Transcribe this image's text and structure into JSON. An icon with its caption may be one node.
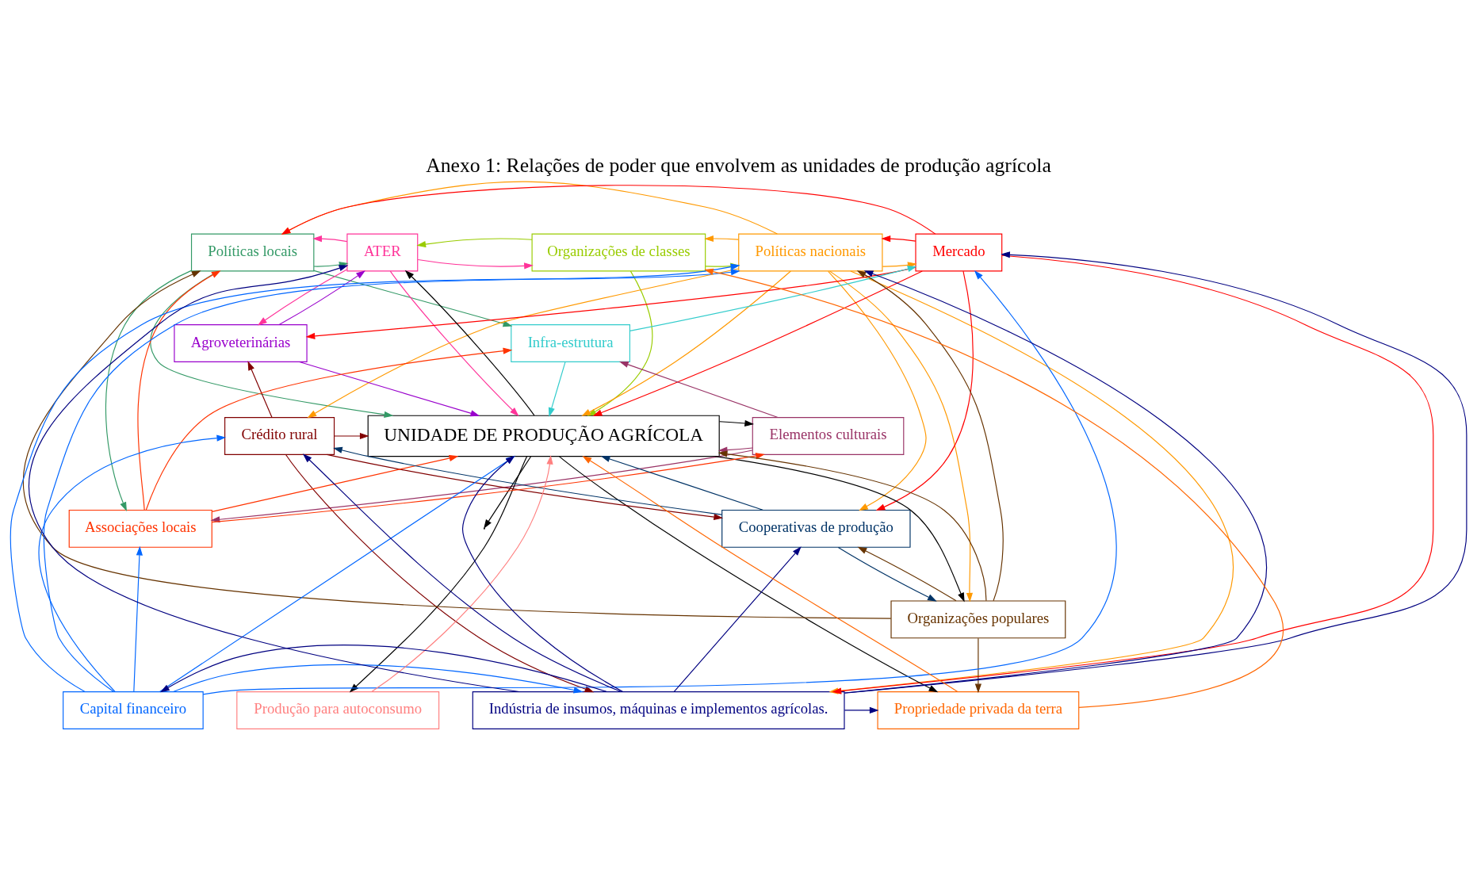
{
  "diagram": {
    "title": "Anexo 1: Relações de poder que envolvem as unidades de produção agrícola",
    "nodes": [
      {
        "text": [
          "Políticas locais"
        ]
      },
      {
        "text": [
          "ATER"
        ]
      },
      {
        "text": [
          "Organizações de classes"
        ]
      },
      {
        "text": [
          "Políticas nacionais"
        ]
      },
      {
        "text": [
          "Mercado"
        ]
      },
      {
        "text": [
          "Infra-estrutura"
        ]
      },
      {
        "text": [
          "Agroveterinárias"
        ]
      },
      {
        "text": [
          "Elementos culturais"
        ]
      },
      {
        "text": [
          "UNIDADE DE PRODUÇÃO AGRÍCOLA"
        ]
      },
      {
        "text": [
          "Crédito rural"
        ]
      },
      {
        "text": [
          "Associações locais"
        ]
      },
      {
        "text": [
          "Cooperativas de produção"
        ]
      },
      {
        "text": [
          "Organizações populares"
        ]
      },
      {
        "text": [
          "Capital financeiro"
        ]
      },
      {
        "text": [
          "Produção para autoconsumo"
        ]
      },
      {
        "text": [
          "Indústria de insumos, máquinas e implementos agrícolas."
        ]
      },
      {
        "text": [
          "Propriedade privada da terra"
        ]
      }
    ],
    "edges": [
      {
        "from": 0,
        "to": 1,
        "arrow": "to",
        "color": "#339966"
      },
      {
        "from": 0,
        "to": 5,
        "arrow": "to",
        "color": "#339966"
      },
      {
        "from": 0,
        "to": 8,
        "arrow": "to",
        "color": "#339966"
      },
      {
        "from": 0,
        "to": 10,
        "arrow": "to",
        "color": "#339966"
      },
      {
        "from": 1,
        "to": 0,
        "arrow": "to",
        "color": "#ff3399"
      },
      {
        "from": 1,
        "to": 2,
        "arrow": "to",
        "color": "#ff3399"
      },
      {
        "from": 1,
        "to": 8,
        "arrow": "to",
        "color": "#ff3399"
      },
      {
        "from": 1,
        "to": 6,
        "arrow": "to",
        "color": "#ff3399"
      },
      {
        "from": 2,
        "to": 1,
        "arrow": "to",
        "color": "#99cc00"
      },
      {
        "from": 2,
        "to": 3,
        "arrow": "to",
        "color": "#99cc00"
      },
      {
        "from": 2,
        "to": 8,
        "arrow": "to",
        "color": "#99cc00"
      },
      {
        "from": 3,
        "to": 2,
        "arrow": "to",
        "color": "#ff9900"
      },
      {
        "from": 3,
        "to": 4,
        "arrow": "to",
        "color": "#ff9900"
      },
      {
        "from": 3,
        "to": 8,
        "arrow": "to",
        "color": "#ff9900"
      },
      {
        "from": 3,
        "to": 0,
        "arrow": "to",
        "color": "#ff9900"
      },
      {
        "from": 3,
        "to": 15,
        "arrow": "to",
        "color": "#ff9900"
      },
      {
        "from": 3,
        "to": 9,
        "arrow": "to",
        "color": "#ff9900"
      },
      {
        "from": 3,
        "to": 11,
        "arrow": "to",
        "color": "#ff9900"
      },
      {
        "from": 3,
        "to": 12,
        "arrow": "to",
        "color": "#ff9900"
      },
      {
        "from": 4,
        "to": 3,
        "arrow": "to",
        "color": "#ff0000"
      },
      {
        "from": 4,
        "to": 0,
        "arrow": "to",
        "color": "#ff0000"
      },
      {
        "from": 4,
        "to": 6,
        "arrow": "to",
        "color": "#ff0000"
      },
      {
        "from": 4,
        "to": 8,
        "arrow": "to",
        "color": "#ff0000"
      },
      {
        "from": 4,
        "to": 15,
        "arrow": "to",
        "color": "#ff0000"
      },
      {
        "from": 4,
        "to": 11,
        "arrow": "to",
        "color": "#ff0000"
      },
      {
        "from": 5,
        "to": 4,
        "arrow": "to",
        "color": "#33cccc"
      },
      {
        "from": 5,
        "to": 8,
        "arrow": "to",
        "color": "#33cccc"
      },
      {
        "from": 6,
        "to": 1,
        "arrow": "to",
        "color": "#9900cc"
      },
      {
        "from": 6,
        "to": 8,
        "arrow": "to",
        "color": "#9900cc"
      },
      {
        "from": 7,
        "to": 5,
        "arrow": "to",
        "color": "#993366"
      },
      {
        "from": 7,
        "to": 8,
        "arrow": "to",
        "color": "#993366"
      },
      {
        "from": 7,
        "to": 10,
        "arrow": "to",
        "color": "#993366"
      },
      {
        "from": 8,
        "to": 7,
        "arrow": "to",
        "color": "#000000"
      },
      {
        "from": 8,
        "to": 1,
        "arrow": "to",
        "color": "#000000"
      },
      {
        "from": 8,
        "to": null,
        "arrow": "to",
        "color": "#000000"
      },
      {
        "from": 8,
        "to": 14,
        "arrow": "to",
        "color": "#000000"
      },
      {
        "from": 8,
        "to": 12,
        "arrow": "to",
        "color": "#000000"
      },
      {
        "from": 8,
        "to": 16,
        "arrow": "to",
        "color": "#000000"
      },
      {
        "from": 9,
        "to": 8,
        "arrow": "to",
        "color": "#800000"
      },
      {
        "from": 9,
        "to": 6,
        "arrow": "to",
        "color": "#800000"
      },
      {
        "from": 9,
        "to": 11,
        "arrow": "to",
        "color": "#800000"
      },
      {
        "from": 9,
        "to": 15,
        "arrow": "to",
        "color": "#800000"
      },
      {
        "from": 10,
        "to": 7,
        "arrow": "to",
        "color": "#ff3300"
      },
      {
        "from": 10,
        "to": 5,
        "arrow": "to",
        "color": "#ff3300"
      },
      {
        "from": 10,
        "to": 8,
        "arrow": "to",
        "color": "#ff3300"
      },
      {
        "from": 10,
        "to": 0,
        "arrow": "to",
        "color": "#ff3300"
      },
      {
        "from": 11,
        "to": 8,
        "arrow": "to",
        "color": "#003366"
      },
      {
        "from": 11,
        "to": 9,
        "arrow": "to",
        "color": "#003366"
      },
      {
        "from": 11,
        "to": 12,
        "arrow": "to",
        "color": "#003366"
      },
      {
        "from": 12,
        "to": 11,
        "arrow": "to",
        "color": "#663300"
      },
      {
        "from": 12,
        "to": 16,
        "arrow": "to",
        "color": "#663300"
      },
      {
        "from": 12,
        "to": 8,
        "arrow": "to",
        "color": "#663300"
      },
      {
        "from": 12,
        "to": 3,
        "arrow": "to",
        "color": "#663300"
      },
      {
        "from": 12,
        "to": 0,
        "arrow": "to",
        "color": "#663300"
      },
      {
        "from": 13,
        "to": 10,
        "arrow": "to",
        "color": "#0066ff"
      },
      {
        "from": 13,
        "to": 8,
        "arrow": "to",
        "color": "#0066ff"
      },
      {
        "from": 13,
        "to": 9,
        "arrow": "to",
        "color": "#0066ff"
      },
      {
        "from": 13,
        "to": 15,
        "arrow": "to",
        "color": "#0066ff"
      },
      {
        "from": 13,
        "to": 3,
        "arrow": "to",
        "color": "#0066ff"
      },
      {
        "from": 13,
        "to": 4,
        "arrow": "to",
        "color": "#0066ff"
      },
      {
        "from": 13,
        "to": 3,
        "arrow": "to",
        "color": "#0066ff"
      },
      {
        "from": 14,
        "to": 8,
        "arrow": "to",
        "color": "#ff8080"
      },
      {
        "from": 15,
        "to": 1,
        "arrow": "to",
        "color": "#000080"
      },
      {
        "from": 15,
        "to": 8,
        "arrow": "to",
        "color": "#000080"
      },
      {
        "from": 15,
        "to": 9,
        "arrow": "to",
        "color": "#000080"
      },
      {
        "from": 15,
        "to": 11,
        "arrow": "to",
        "color": "#000080"
      },
      {
        "from": 15,
        "to": 16,
        "arrow": "to",
        "color": "#000080"
      },
      {
        "from": 15,
        "to": 13,
        "arrow": "to",
        "color": "#000080"
      },
      {
        "from": 15,
        "to": 3,
        "arrow": "to",
        "color": "#000080"
      },
      {
        "from": 15,
        "to": 4,
        "arrow": "to",
        "color": "#000080"
      },
      {
        "from": 16,
        "to": 8,
        "arrow": "to",
        "color": "#ff6600"
      },
      {
        "from": 16,
        "to": 2,
        "arrow": "to",
        "color": "#ff6600"
      }
    ]
  }
}
